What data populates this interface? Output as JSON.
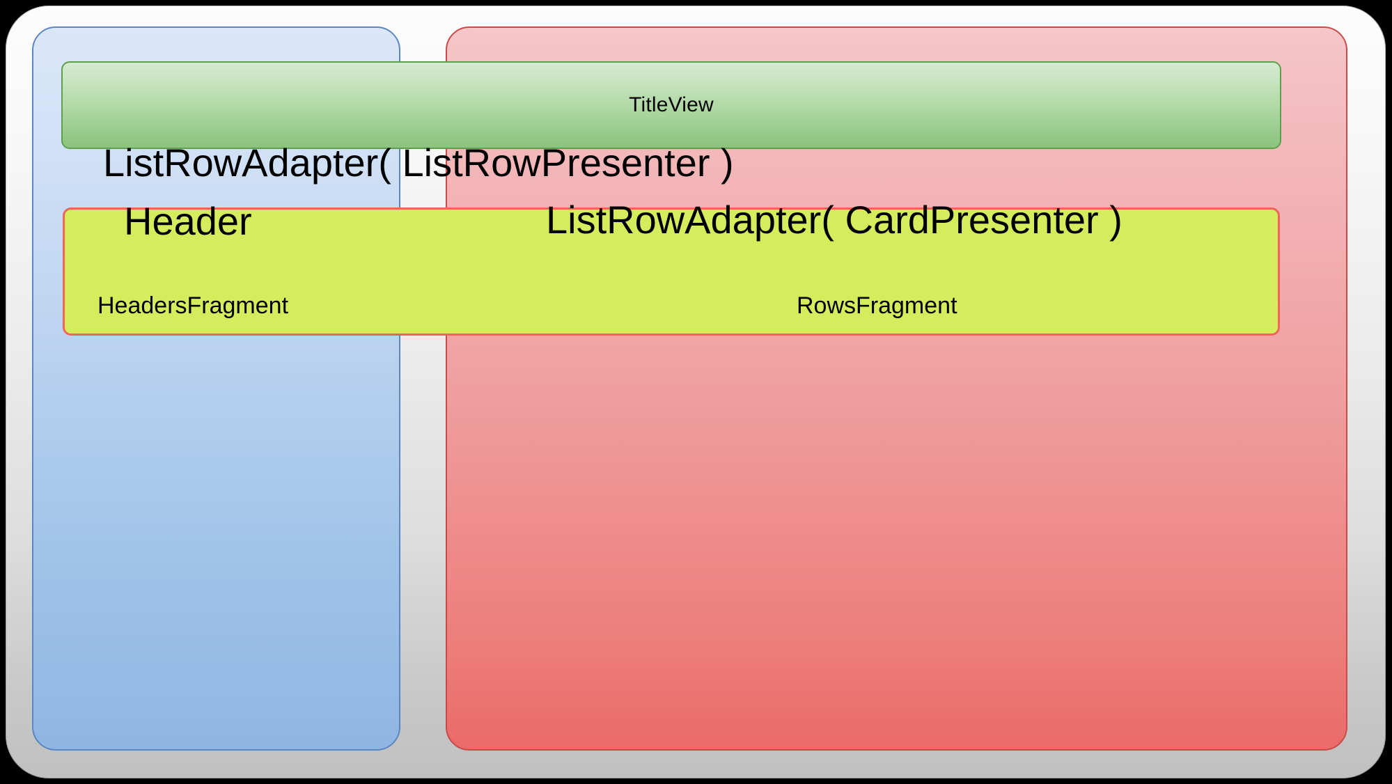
{
  "diagram": {
    "title": "Android Leanback BrowseFragment structure",
    "shell": {
      "name": "outer-container"
    },
    "panels": [
      {
        "id": "headers-fragment",
        "label": "HeadersFragment",
        "color": "#9dc0e8",
        "border_color": "#5b86c0"
      },
      {
        "id": "rows-fragment",
        "label": "RowsFragment",
        "color": "#ee9090",
        "border_color": "#c94a47"
      }
    ],
    "title_view": {
      "label": "TitleView",
      "color": "#a3d297",
      "border_color": "#5e9e4e"
    },
    "adapter_band": {
      "color": "#d5ed5d",
      "border_color": "#f2635e"
    },
    "labels": {
      "list_row_adapter_presenter": "ListRowAdapter( ListRowPresenter )",
      "header": "Header",
      "list_row_adapter_card": "ListRowAdapter( CardPresenter )"
    }
  }
}
